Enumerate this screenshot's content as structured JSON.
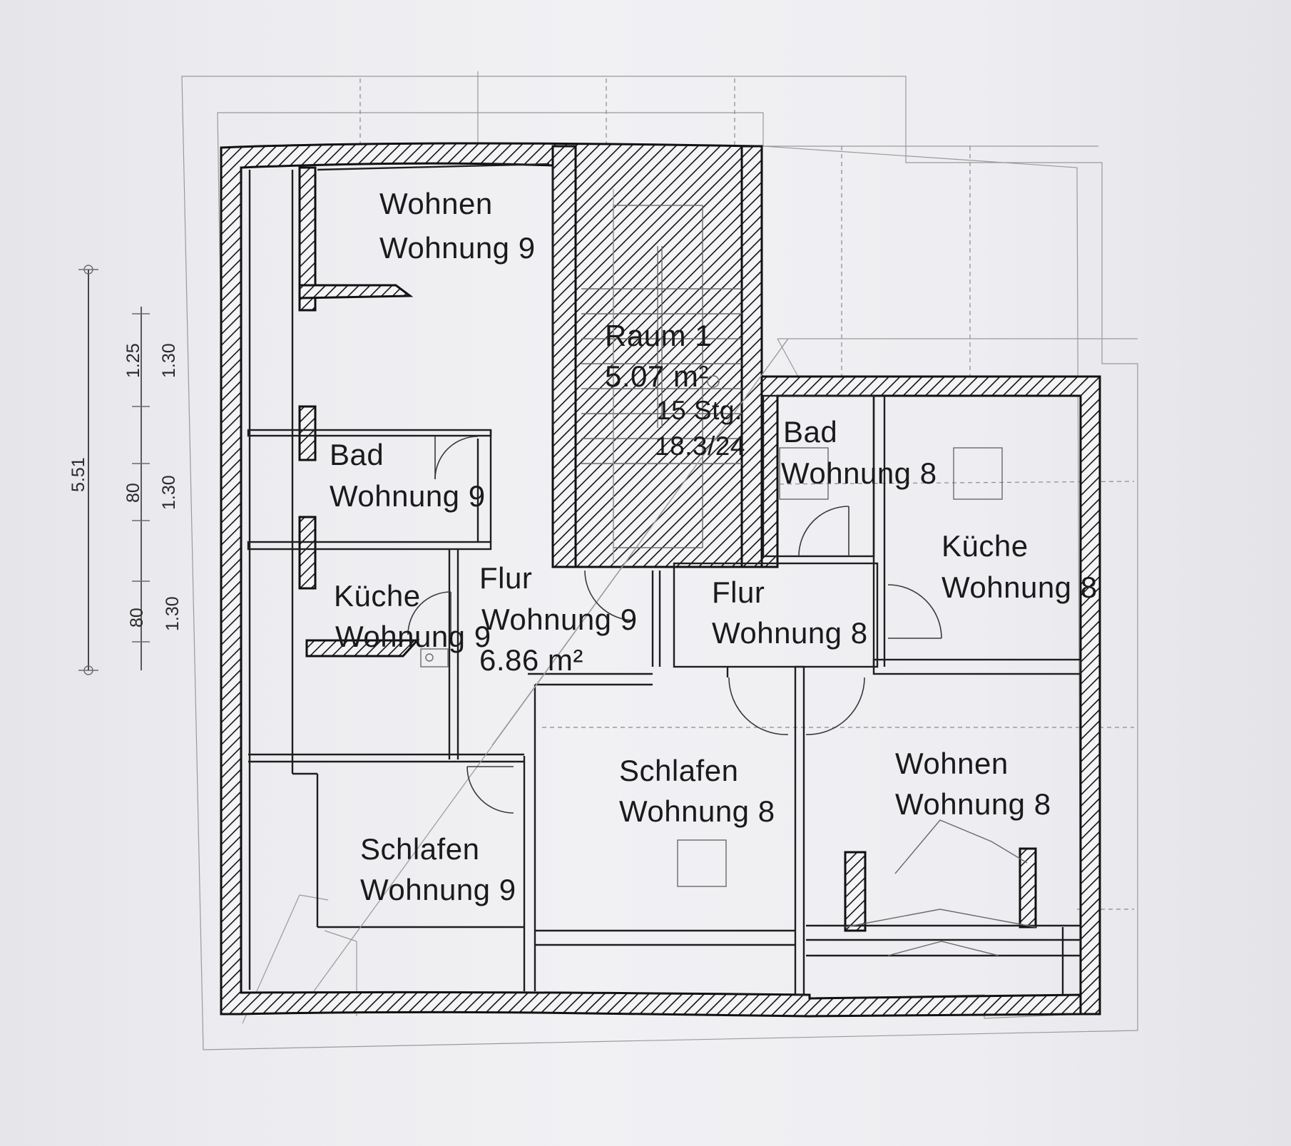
{
  "rooms": {
    "wohnen9": {
      "name": "Wohnen",
      "unit": "Wohnung 9"
    },
    "raum1": {
      "name": "Raum 1",
      "area": "5.07 m²",
      "stairs": "15 Stg.",
      "rise": "18.3/24"
    },
    "bad9": {
      "name": "Bad",
      "unit": "Wohnung 9"
    },
    "kueche9": {
      "name": "Küche",
      "unit": "Wohnung 9"
    },
    "flur9": {
      "name": "Flur",
      "unit": "Wohnung 9",
      "area": "6.86 m²"
    },
    "schlafen9": {
      "name": "Schlafen",
      "unit": "Wohnung 9"
    },
    "bad8": {
      "name": "Bad",
      "unit": "Wohnung 8"
    },
    "kueche8": {
      "name": "Küche",
      "unit": "Wohnung 8"
    },
    "flur8": {
      "name": "Flur",
      "unit": "Wohnung 8"
    },
    "schlafen8": {
      "name": "Schlafen",
      "unit": "Wohnung 8"
    },
    "wohnen8": {
      "name": "Wohnen",
      "unit": "Wohnung 8"
    }
  },
  "dimensions": {
    "total": "5.51",
    "upper": [
      "1.25",
      "1.30"
    ],
    "middle": [
      "80",
      "1.30"
    ],
    "lower": [
      "80",
      "1.30"
    ]
  }
}
